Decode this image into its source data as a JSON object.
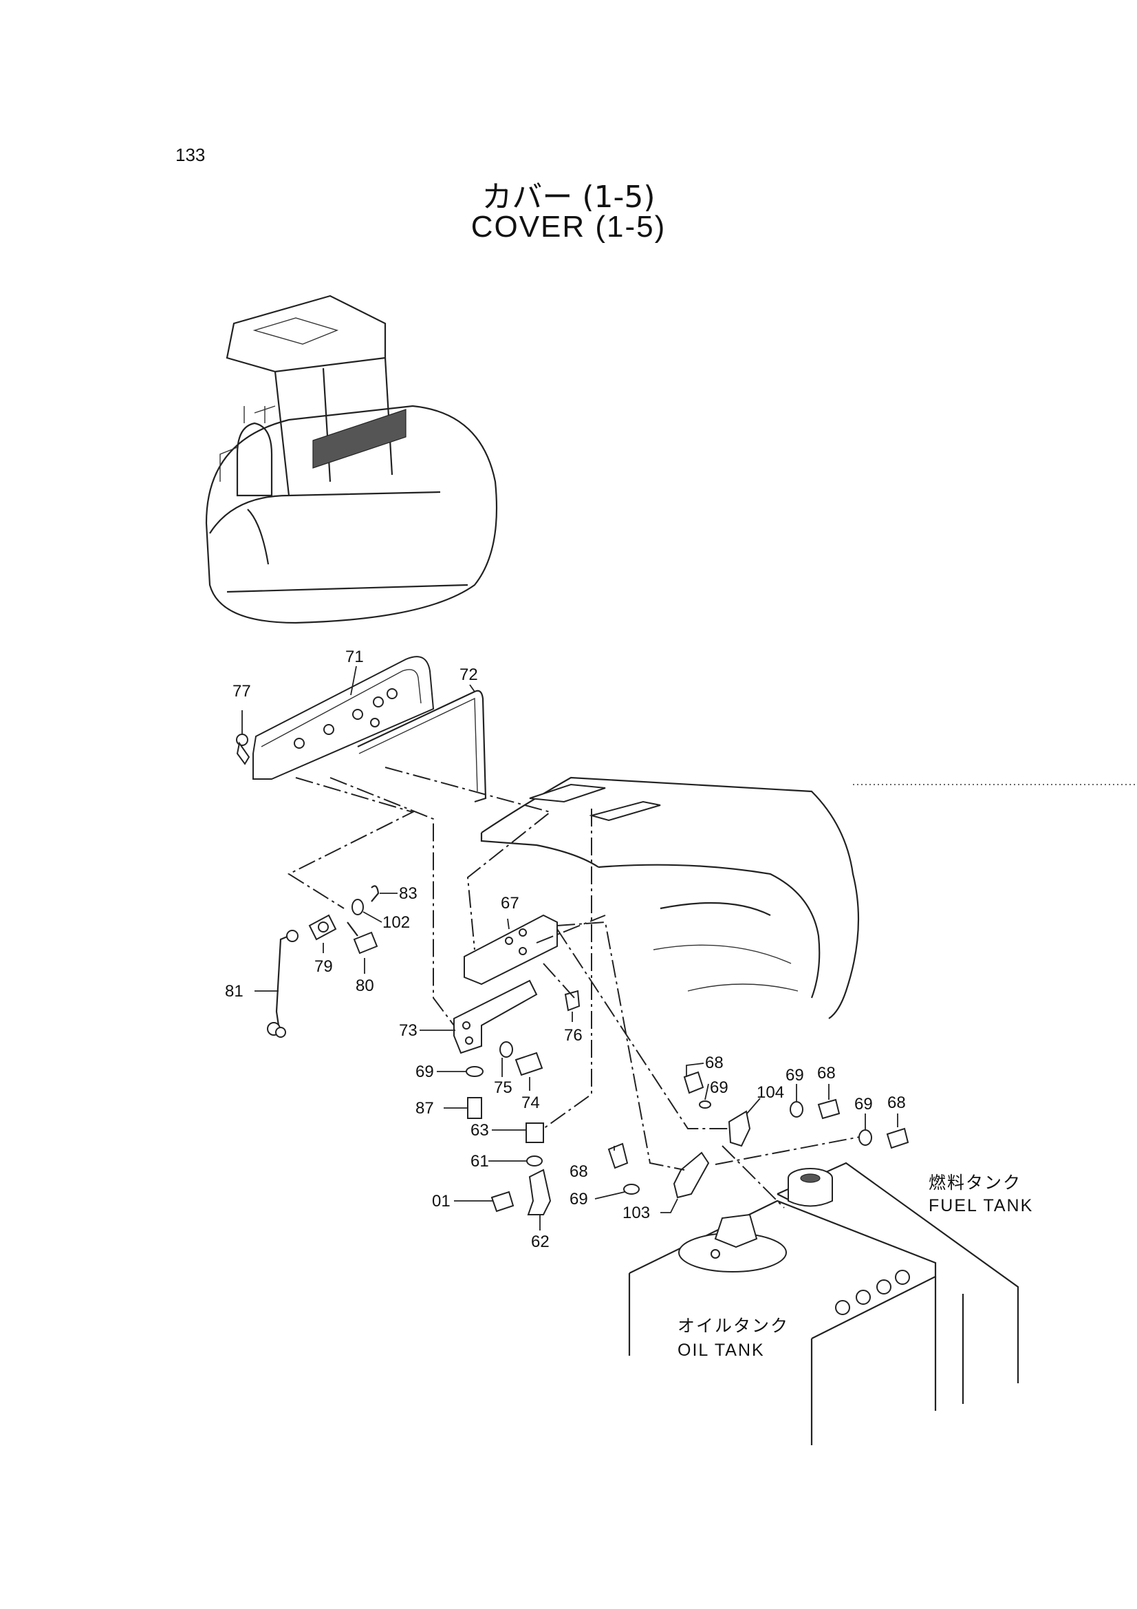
{
  "page": {
    "number": "133"
  },
  "title": {
    "jp": "カバー (1-5)",
    "en": "COVER  (1-5)"
  },
  "callouts": [
    {
      "id": "c71",
      "label": "71"
    },
    {
      "id": "c72",
      "label": "72"
    },
    {
      "id": "c77",
      "label": "77"
    },
    {
      "id": "c83",
      "label": "83"
    },
    {
      "id": "c102",
      "label": "102"
    },
    {
      "id": "c79",
      "label": "79"
    },
    {
      "id": "c80",
      "label": "80"
    },
    {
      "id": "c81",
      "label": "81"
    },
    {
      "id": "c67",
      "label": "67"
    },
    {
      "id": "c76",
      "label": "76"
    },
    {
      "id": "c73",
      "label": "73"
    },
    {
      "id": "c69a",
      "label": "69"
    },
    {
      "id": "c75",
      "label": "75"
    },
    {
      "id": "c74",
      "label": "74"
    },
    {
      "id": "c87",
      "label": "87"
    },
    {
      "id": "c63",
      "label": "63"
    },
    {
      "id": "c61",
      "label": "61"
    },
    {
      "id": "c01",
      "label": "01"
    },
    {
      "id": "c62",
      "label": "62"
    },
    {
      "id": "c68a",
      "label": "68"
    },
    {
      "id": "c69b",
      "label": "69"
    },
    {
      "id": "c103",
      "label": "103"
    },
    {
      "id": "c68b",
      "label": "68"
    },
    {
      "id": "c69c",
      "label": "69"
    },
    {
      "id": "c104",
      "label": "104"
    },
    {
      "id": "c69d",
      "label": "69"
    },
    {
      "id": "c68c",
      "label": "68"
    },
    {
      "id": "c69e",
      "label": "69"
    },
    {
      "id": "c68d",
      "label": "68"
    }
  ],
  "tanks": {
    "fuel_jp": "燃料タンク",
    "fuel_en": "FUEL  TANK",
    "oil_jp": "オイルタンク",
    "oil_en": "OIL  TANK"
  }
}
